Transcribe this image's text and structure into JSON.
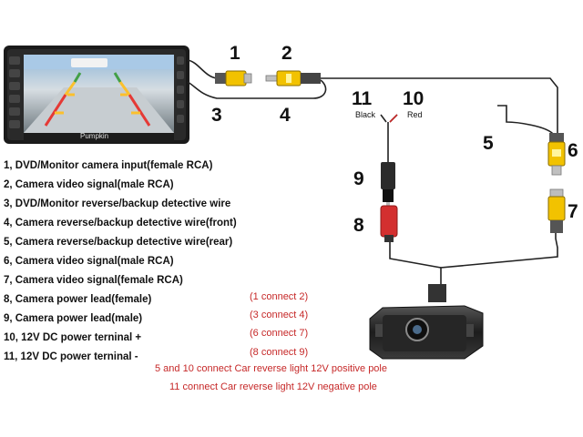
{
  "callouts": {
    "n1": "1",
    "n2": "2",
    "n3": "3",
    "n4": "4",
    "n5": "5",
    "n6": "6",
    "n7": "7",
    "n8": "8",
    "n9": "9",
    "n10": "10",
    "n11": "11"
  },
  "wire_labels": {
    "black": "Black",
    "red": "Red"
  },
  "monitor_brand": "Pumpkin",
  "legend": [
    "1, DVD/Monitor camera input(female RCA)",
    "2, Camera video signal(male RCA)",
    "3, DVD/Monitor reverse/backup detective wire",
    "4, Camera reverse/backup detective wire(front)",
    "5, Camera reverse/backup detective wire(rear)",
    "6, Camera video signal(male RCA)",
    "7, Camera video signal(female RCA)",
    "8, Camera power lead(female)",
    "9, Camera power lead(male)",
    "10, 12V DC power terninal +",
    "11, 12V DC power terninal -"
  ],
  "pairs": [
    "(1 connect 2)",
    "(3 connect 4)",
    "(6 connect 7)",
    "(8 connect 9)"
  ],
  "notes": {
    "positive": "5 and 10 connect Car reverse light 12V positive pole",
    "negative": "11 connect Car reverse light 12V negative pole"
  },
  "colors": {
    "rca_yellow": "#f2c200",
    "power_red": "#d32f2f",
    "note_red": "#c62828",
    "wire": "#222222"
  }
}
